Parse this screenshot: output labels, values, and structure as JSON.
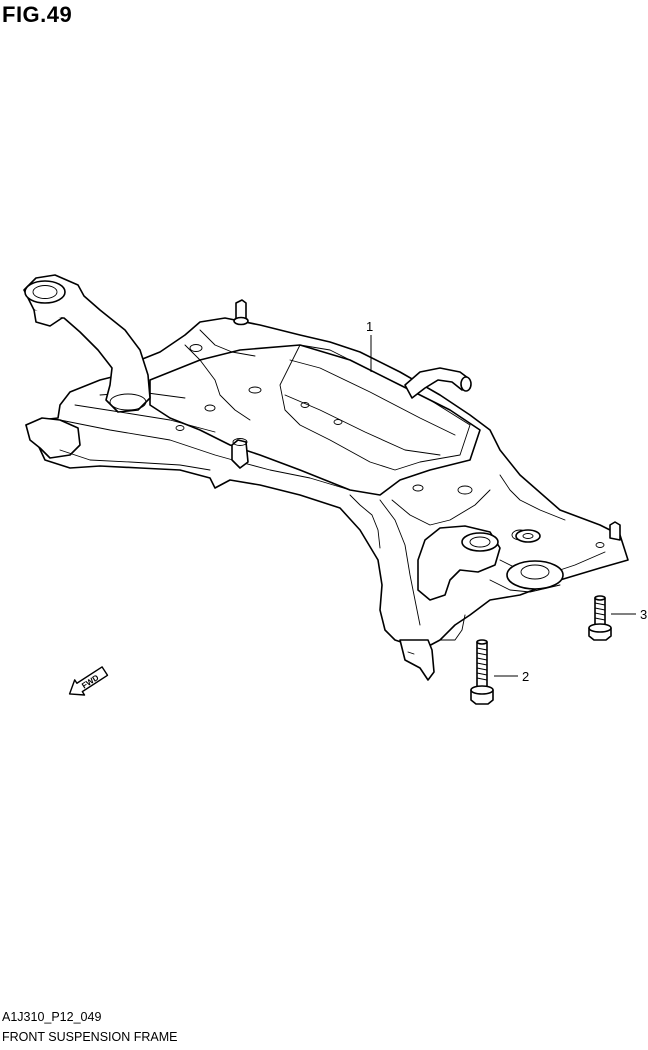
{
  "figure": {
    "title": "FIG.49"
  },
  "callouts": [
    {
      "label": "1"
    },
    {
      "label": "2"
    },
    {
      "label": "3"
    }
  ],
  "fwd_marker": {
    "label": "FWD",
    "icon": "fwd-arrow-icon"
  },
  "footer": {
    "code": "A1J310_P12_049",
    "name": "FRONT SUSPENSION FRAME"
  }
}
